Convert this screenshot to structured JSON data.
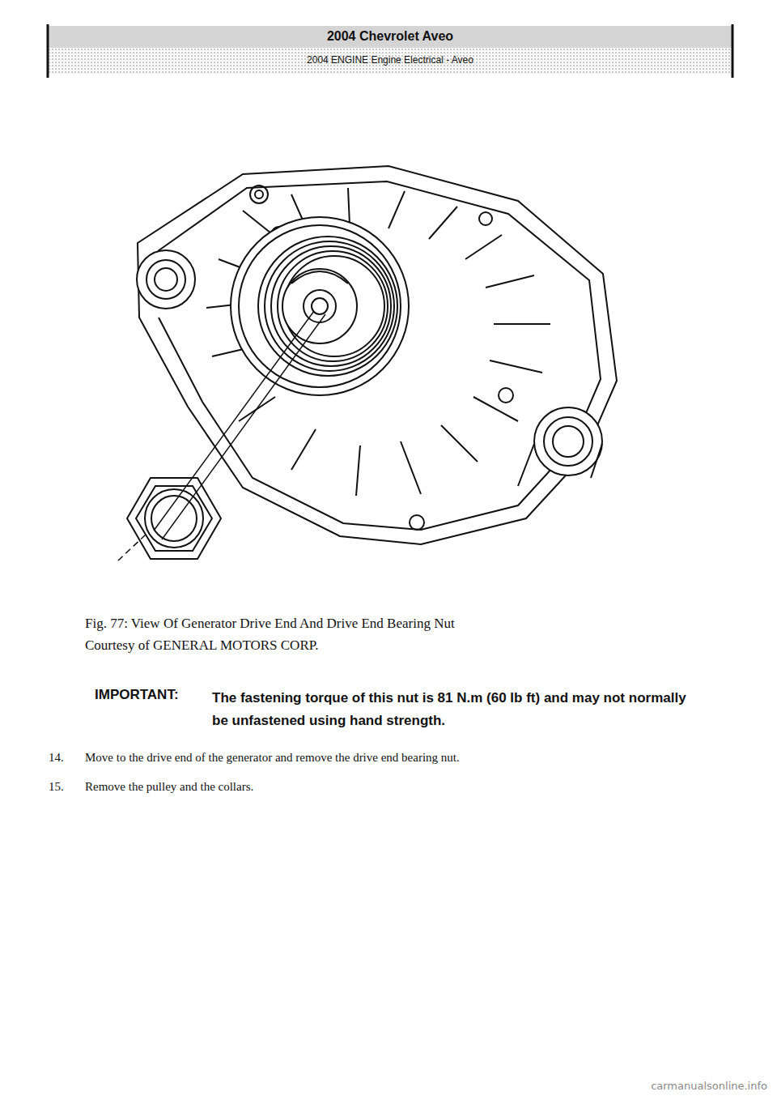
{
  "diagram": {
    "title": "2004 Chevrolet Aveo",
    "caption": "Fig. 77: View Of Generator Drive End And Drive End Bearing Nut",
    "labels": [
      "2004 ENGINE Engine Electrical - Aveo",
      "Courtesy of GENERAL MOTORS CORP.",
      "IMPORTANT:",
      "The fastening torque of this nut is 81 N.m (60 lb ft) and may not normally be unfastened using hand strength.",
      "14.",
      "Move to the drive end of the generator and remove the drive end bearing nut.",
      "15.",
      "Remove the pulley and the collars.",
      "carmanualsonline.info"
    ]
  }
}
